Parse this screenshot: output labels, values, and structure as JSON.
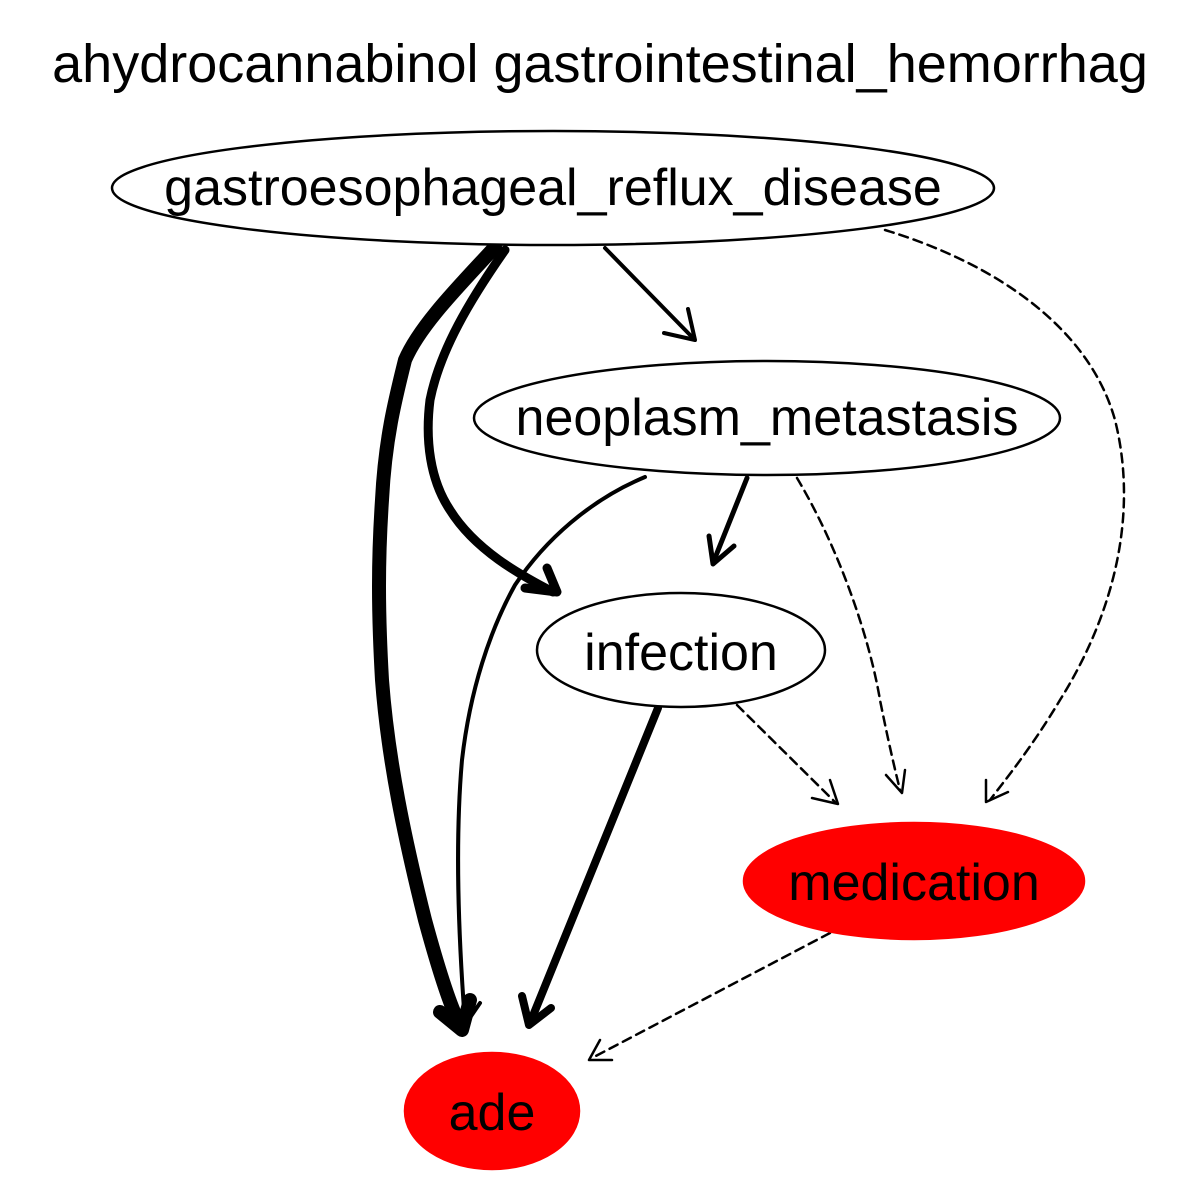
{
  "title": "ahydrocannabinol gastrointestinal_hemorrhag",
  "colors": {
    "highlight_fill": "#ff0000",
    "default_fill": "#ffffff",
    "stroke": "#000000"
  },
  "nodes": [
    {
      "id": "gerd",
      "label": "gastroesophageal_reflux_disease",
      "highlighted": false
    },
    {
      "id": "neoplasm",
      "label": "neoplasm_metastasis",
      "highlighted": false
    },
    {
      "id": "infection",
      "label": "infection",
      "highlighted": false
    },
    {
      "id": "medication",
      "label": "medication",
      "highlighted": true
    },
    {
      "id": "ade",
      "label": "ade",
      "highlighted": true
    }
  ],
  "edges": [
    {
      "from": "gastroesophageal_reflux_disease",
      "to": "ade",
      "style": "solid"
    },
    {
      "from": "gastroesophageal_reflux_disease",
      "to": "infection",
      "style": "solid"
    },
    {
      "from": "gastroesophageal_reflux_disease",
      "to": "neoplasm_metastasis",
      "style": "solid"
    },
    {
      "from": "gastroesophageal_reflux_disease",
      "to": "medication",
      "style": "dashed"
    },
    {
      "from": "neoplasm_metastasis",
      "to": "ade",
      "style": "solid"
    },
    {
      "from": "neoplasm_metastasis",
      "to": "infection",
      "style": "solid"
    },
    {
      "from": "neoplasm_metastasis",
      "to": "medication",
      "style": "dashed"
    },
    {
      "from": "infection",
      "to": "ade",
      "style": "solid"
    },
    {
      "from": "infection",
      "to": "medication",
      "style": "dashed"
    },
    {
      "from": "medication",
      "to": "ade",
      "style": "dashed"
    }
  ]
}
